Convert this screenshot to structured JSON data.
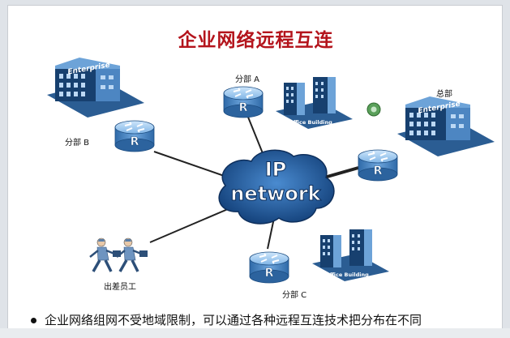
{
  "slide": {
    "title": "企业网络远程互连",
    "bullet": "企业网络组网不受地域限制，可以通过各种远程互连技术把分布在不同"
  },
  "cloud": {
    "line1": "IP",
    "line2": "network"
  },
  "nodes": {
    "branch_a": {
      "label": "分部 A",
      "router_letter": "R",
      "building_text": "Office Building"
    },
    "branch_b": {
      "label": "分部 B",
      "router_letter": "R",
      "building_text": "Enterprise"
    },
    "branch_c": {
      "label": "分部 C",
      "router_letter": "R",
      "building_text": "Office Building"
    },
    "hq": {
      "label": "总部",
      "router_letter": "R",
      "building_text": "Enterprise"
    },
    "travel": {
      "label": "出差员工"
    }
  },
  "colors": {
    "title": "#b4141c",
    "cloud": "#1e5a9c",
    "router_body": "#4f8cc9",
    "router_top": "#8fc3ee",
    "building_dark": "#17406f",
    "building_light": "#6da3d8"
  }
}
